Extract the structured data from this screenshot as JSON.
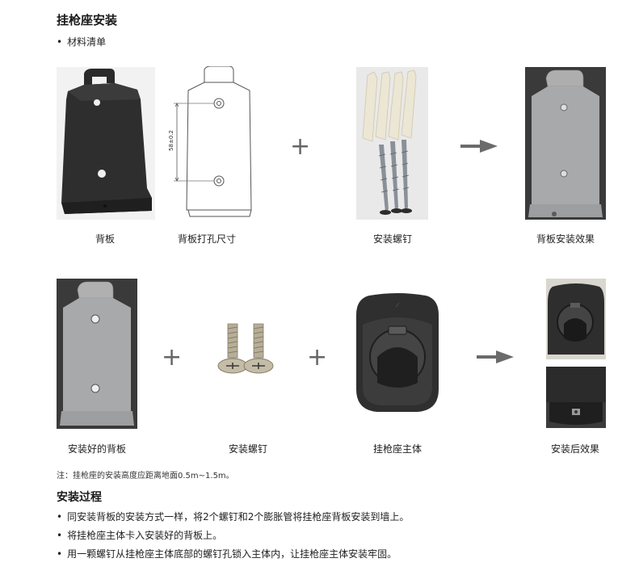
{
  "title": "挂枪座安装",
  "materials_heading": "材料清单",
  "row1": {
    "captions": [
      "背板",
      "背板打孔尺寸",
      "安装螺钉",
      "背板安装效果"
    ],
    "dimension_label": "58±0.2"
  },
  "row2": {
    "captions": [
      "安装好的背板",
      "安装螺钉",
      "挂枪座主体",
      "安装后效果"
    ]
  },
  "note": "注：挂枪座的安装高度应距离地面0.5m~1.5m。",
  "process_heading": "安装过程",
  "steps": [
    "同安装背板的安装方式一样，将2个螺钉和2个膨胀管将挂枪座背板安装到墙上。",
    "将挂枪座主体卡入安装好的背板上。",
    "用一颗螺钉从挂枪座主体底部的螺钉孔锁入主体内，让挂枪座主体安装牢固。"
  ],
  "colors": {
    "dark_plate": "#2b2b2b",
    "metal_plate": "#a9aaab",
    "dark_bg": "#3a3a3a",
    "arrow": "#6b6b6b"
  }
}
